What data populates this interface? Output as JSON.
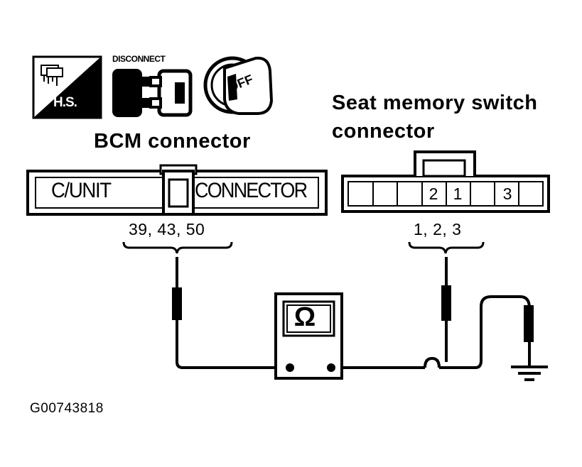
{
  "icons": {
    "hs": {
      "name": "harness-sheet-icon",
      "text": "H.S."
    },
    "disconnect": {
      "name": "disconnect-connector-icon",
      "text": "DISCONNECT"
    },
    "ignition": {
      "name": "ignition-off-icon",
      "text": "OFF"
    }
  },
  "bcm": {
    "title": "BCM connector",
    "left_label": "C/UNIT",
    "right_label": "CONNECTOR",
    "terminals": "39, 43, 50"
  },
  "seat_switch": {
    "title_line1": "Seat memory switch",
    "title_line2": "connector",
    "pin_labels": [
      "2",
      "1",
      "3"
    ],
    "terminals": "1, 2, 3"
  },
  "meter": {
    "name": "ohmmeter-icon",
    "symbol": "Ω"
  },
  "ground": {
    "name": "ground-symbol-icon"
  },
  "figure_id": "G00743818"
}
